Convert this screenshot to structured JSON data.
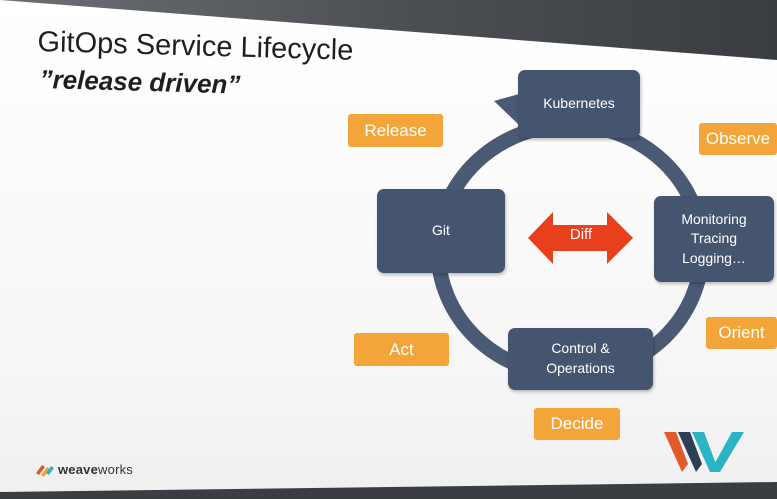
{
  "slide": {
    "title": "GitOps Service Lifecycle",
    "subtitle": "”release driven”"
  },
  "diagram": {
    "nodes": {
      "kubernetes": "Kubernetes",
      "git": "Git",
      "monitoring": "Monitoring\nTracing\nLogging…",
      "control": "Control &\nOperations"
    },
    "phases": {
      "release": "Release",
      "observe": "Observe",
      "orient": "Orient",
      "decide": "Decide",
      "act": "Act"
    },
    "diff_label": "Diff"
  },
  "footer": {
    "brand_bold": "weave",
    "brand_rest": "works"
  },
  "colors": {
    "node": "#46556f",
    "phase": "#f3a53a",
    "diff_arrow": "#e8401c",
    "ring": "#4a5a75"
  }
}
